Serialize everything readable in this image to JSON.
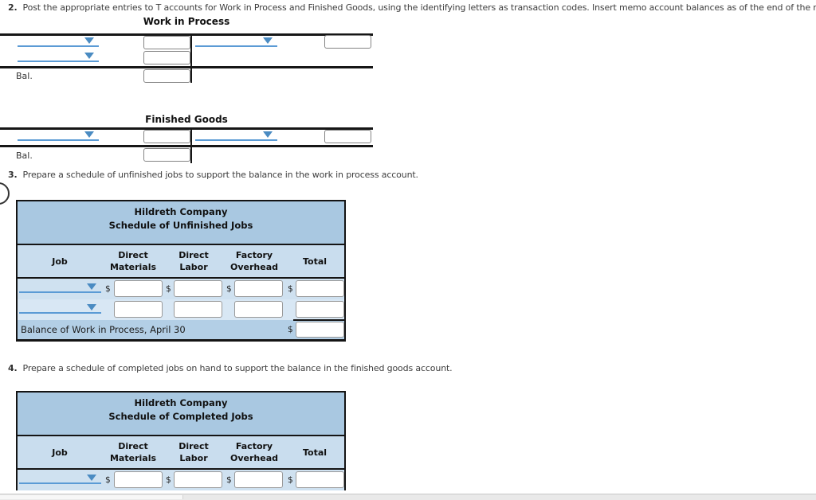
{
  "instructions": {
    "q2": {
      "number": "2.",
      "text": "Post the appropriate entries to T accounts for Work in Process and Finished Goods, using the identifying letters as transaction codes. Insert memo account balances as of the end of the month."
    },
    "q3": {
      "number": "3.",
      "text": "Prepare a schedule of unfinished jobs to support the balance in the work in process account."
    },
    "q4": {
      "number": "4.",
      "text": "Prepare a schedule of completed jobs on hand to support the balance in the finished goods account."
    }
  },
  "t_accounts": {
    "work_in_process": {
      "title": "Work in Process",
      "balance_label": "Bal."
    },
    "finished_goods": {
      "title": "Finished Goods",
      "balance_label": "Bal."
    }
  },
  "schedules": {
    "unfinished": {
      "company": "Hildreth Company",
      "title": "Schedule of Unfinished Jobs",
      "columns": {
        "job": "Job",
        "direct_materials": "Direct\nMaterials",
        "direct_labor": "Direct Labor",
        "factory_overhead": "Factory\nOverhead",
        "total": "Total"
      },
      "currency": "$",
      "balance_row_label": "Balance of Work in Process, April 30"
    },
    "completed": {
      "company": "Hildreth Company",
      "title": "Schedule of Completed Jobs",
      "columns": {
        "job": "Job",
        "direct_materials": "Direct\nMaterials",
        "direct_labor": "Direct Labor",
        "factory_overhead": "Factory\nOverhead",
        "total": "Total"
      },
      "currency": "$"
    }
  },
  "inputs": {
    "value": "",
    "placeholder": ""
  },
  "colors": {
    "table_title_bg": "#a9c8e1",
    "table_header_bg": "#c9ddee",
    "row1_bg": "#cfe1f0",
    "row2_bg": "#d8e7f4",
    "balance_row_bg": "#b3cfe6",
    "dropdown_underline": "#5b9bd5",
    "dropdown_arrow": "#4a8bc2",
    "rule_line": "#141414"
  }
}
